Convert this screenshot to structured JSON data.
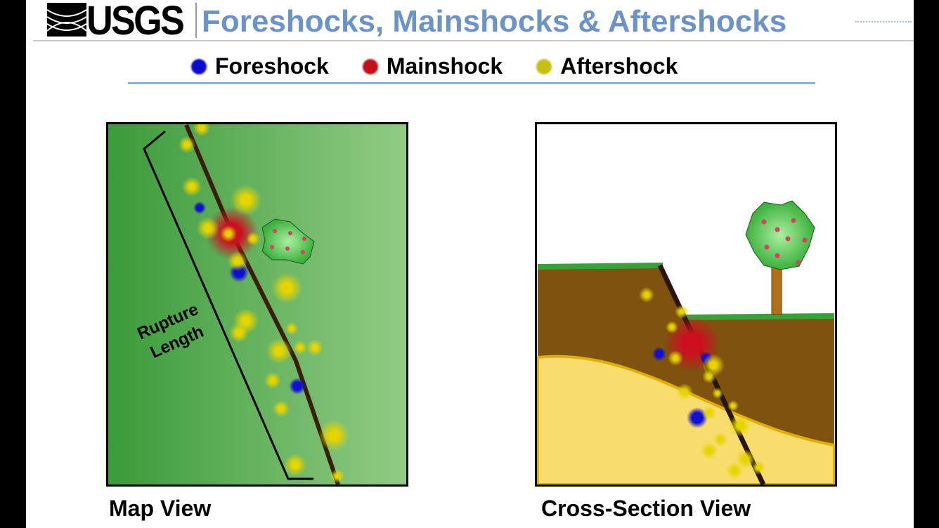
{
  "header": {
    "logo": "USGS",
    "title": "Foreshocks, Mainshocks & Aftershocks"
  },
  "legend": [
    {
      "label": "Foreshock",
      "color": "#0a0ad0"
    },
    {
      "label": "Mainshock",
      "color": "#c0101c"
    },
    {
      "label": "Aftershock",
      "color": "#c8c010"
    }
  ],
  "map_view": {
    "caption": "Map View",
    "rupture_label_line1": "Rupture",
    "rupture_label_line2": "Length"
  },
  "cross_section": {
    "caption": "Cross-Section View"
  }
}
